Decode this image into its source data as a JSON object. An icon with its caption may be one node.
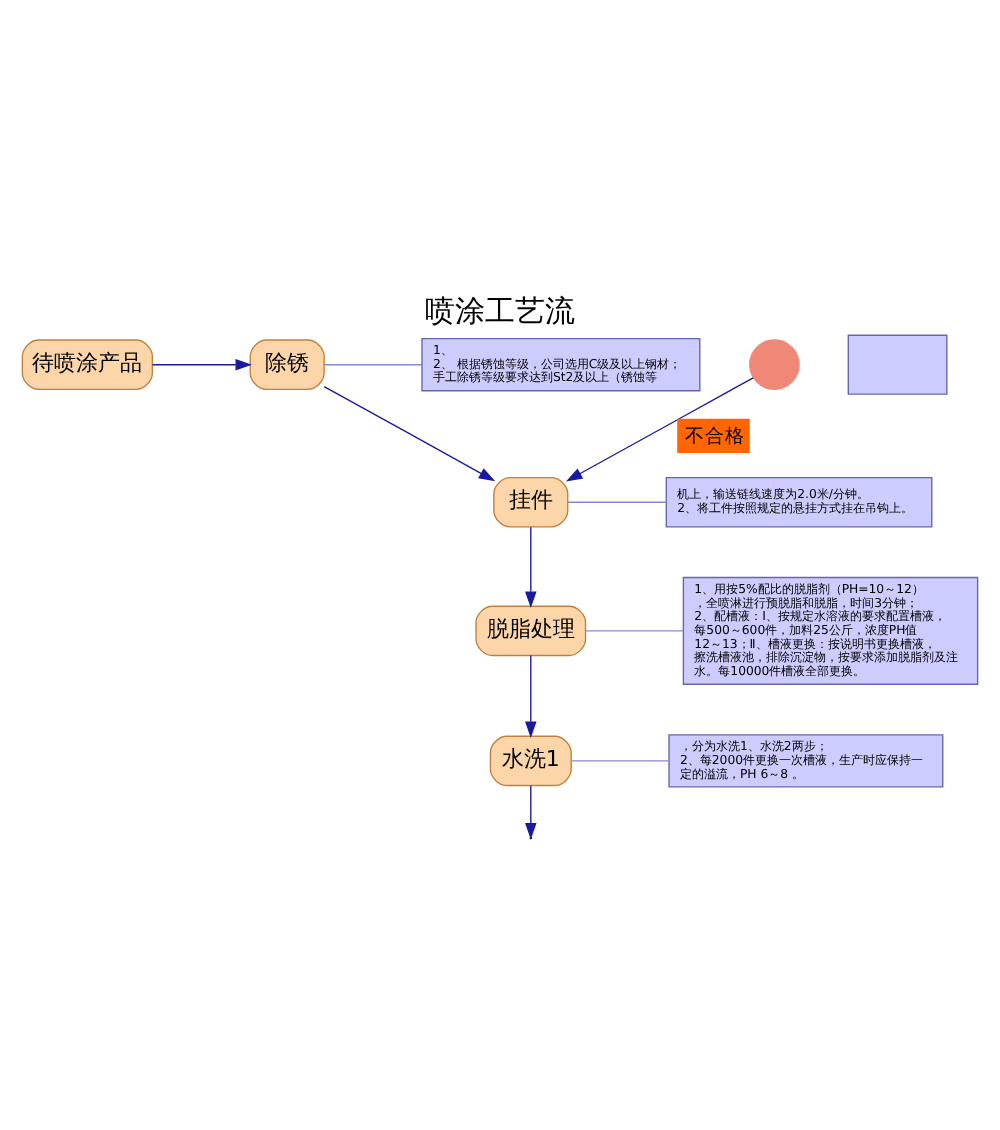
{
  "diagram": {
    "title": "喷涂工艺流",
    "nodes": [
      {
        "text": [
          "待喷涂产品"
        ]
      },
      {
        "text": [
          "除锈"
        ]
      },
      {
        "text": [
          "挂件"
        ]
      },
      {
        "text": [
          "脱脂处理"
        ]
      },
      {
        "text": [
          "水洗1"
        ]
      },
      {
        "text": [
          "1、",
          "2、 根据锈蚀等级，公司选用C级及以上钢材；手工除锈等级要求达到St2及以上（锈蚀等"
        ]
      },
      {
        "text": [
          "机上，输送链线速度为2.0米/分钟。",
          "2、将工件按照规定的悬挂方式挂在吊钩上。"
        ]
      },
      {
        "text": [
          "1、用按5%配比的脱脂剂（PH=10～12），全喷淋进行预脱脂和脱脂，时间3分钟；",
          "2、配槽液：Ⅰ、按规定水溶液的要求配置槽液，每500～600件，加料25公斤，浓度PH值12～13；Ⅱ、槽液更换：按说明书更换槽液，擦洗槽液池，排除沉淀物，按要求添加脱脂剂及注水。每10000件槽液全部更换。"
        ]
      },
      {
        "text": [
          "，分为水洗1、水洗2两步；",
          "2、每2000件更换一次槽液，生产时应保持一定的溢流，PH 6～8 。"
        ]
      },
      {
        "text": [],
        "shape": "circle"
      },
      {
        "text": [],
        "shape": "box"
      }
    ],
    "edges": [
      {
        "from": 0,
        "to": 1,
        "arrow": "to"
      },
      {
        "from": 1,
        "to": 2,
        "arrow": "to"
      },
      {
        "from": 2,
        "to": 3,
        "arrow": "to"
      },
      {
        "from": 3,
        "to": 4,
        "arrow": "to"
      },
      {
        "from": 4,
        "to": null,
        "arrow": "to"
      },
      {
        "from": 5,
        "to": 1,
        "arrow": "none",
        "color": "#8888cc"
      },
      {
        "from": 6,
        "to": 2,
        "arrow": "none",
        "color": "#8888cc"
      },
      {
        "from": 7,
        "to": 3,
        "arrow": "none",
        "color": "#8888cc"
      },
      {
        "from": 8,
        "to": 4,
        "arrow": "none",
        "color": "#8888cc"
      },
      {
        "from": 9,
        "to": 2,
        "arrow": "to",
        "label": "不合格"
      }
    ]
  }
}
